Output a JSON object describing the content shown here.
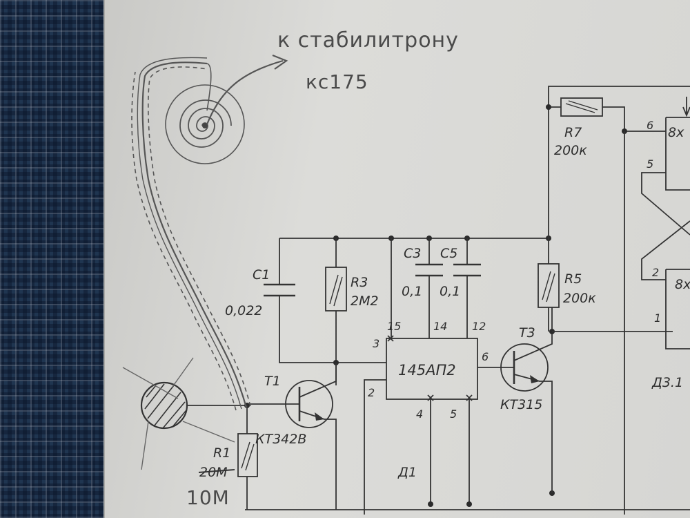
{
  "annotations": {
    "note_line1": "к стабилитрону",
    "note_line2": "кс175",
    "r1_new_value": "10М"
  },
  "components": {
    "c1": {
      "ref": "C1",
      "value": "0,022"
    },
    "r3": {
      "ref": "R3",
      "value": "2M2"
    },
    "c3": {
      "ref": "C3",
      "value": "0,1"
    },
    "c5": {
      "ref": "C5",
      "value": "0,1"
    },
    "r5": {
      "ref": "R5",
      "value": "200к"
    },
    "r7": {
      "ref": "R7",
      "value": "200к"
    },
    "r1": {
      "ref": "R1",
      "value": "20M"
    },
    "t1": {
      "ref": "T1",
      "model": "КТ342В"
    },
    "t3": {
      "ref": "T3",
      "model": "КТ315"
    },
    "ic1": {
      "ref": "Д1",
      "chip": "145АП2"
    },
    "ic3": {
      "ref": "Д3.1",
      "gate_label": "8х"
    }
  },
  "pins": {
    "ic1_p3": "3",
    "ic1_p15": "15",
    "ic1_p14": "14",
    "ic1_p12": "12",
    "ic1_p6": "6",
    "ic1_p2": "2",
    "ic1_p4": "4",
    "ic1_p5": "5",
    "ic3_p6": "6",
    "ic3_p5": "5",
    "ic3_p2": "2",
    "ic3_p1": "1"
  }
}
